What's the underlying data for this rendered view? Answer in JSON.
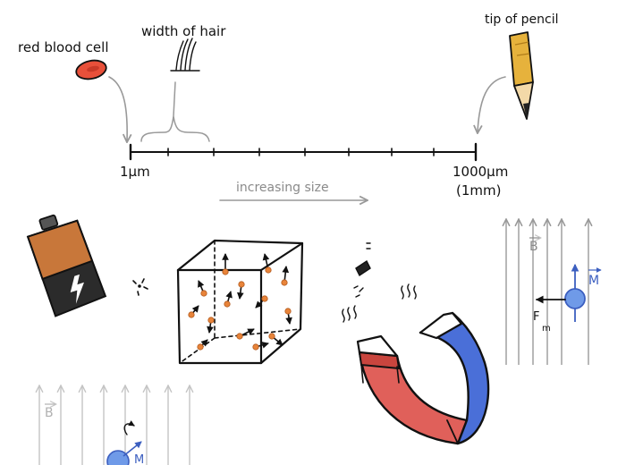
{
  "scale": {
    "red_blood_cell_label": "red blood cell",
    "hair_label": "width of hair",
    "pencil_label": "tip of pencil",
    "start_label": "1µm",
    "end_label": "1000µm",
    "end_sublabel": "(1mm)",
    "direction_label": "increasing size"
  },
  "field_labels": {
    "b_field_right": "B",
    "magnetic_moment": "M",
    "force": "F",
    "force_subscript": "m",
    "b_field_left": "B",
    "moment_left": "M"
  },
  "colors": {
    "blood_cell": "#e8503a",
    "battery_copper": "#c8773a",
    "battery_black": "#2b2b2b",
    "atom_dot": "#e8843a",
    "magnet_red": "#e0605a",
    "magnet_blue": "#4a6fd8",
    "particle_blue": "#6f9ae8",
    "field_line": "#9a9a9a"
  }
}
